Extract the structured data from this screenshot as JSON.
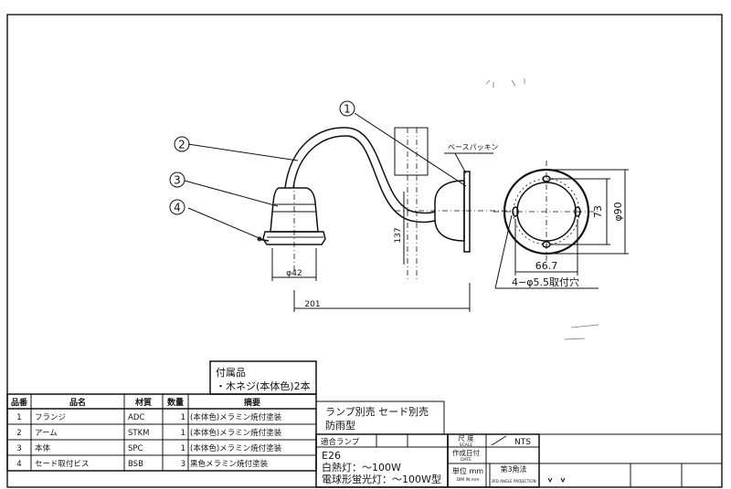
{
  "callouts": {
    "c1": "1",
    "c2": "2",
    "c3": "3",
    "c4": "4",
    "base_packing": "ベースパッキン"
  },
  "dimensions": {
    "shade_dia": "φ42",
    "projection": "201",
    "height": "137",
    "flange_width": "66.7",
    "flange_height": "73",
    "flange_dia": "φ90",
    "mounting_holes": "4−φ5.5取付穴"
  },
  "accessories": {
    "title": "付属品",
    "item": "・木ネジ(本体色)2本"
  },
  "parts_table": {
    "headers": [
      "品番",
      "品名",
      "材質",
      "数量",
      "摘要"
    ],
    "rows": [
      [
        "1",
        "フランジ",
        "ADC",
        "1",
        "(本体色)メラミン焼付塗装"
      ],
      [
        "2",
        "アーム",
        "STKM",
        "1",
        "(本体色)メラミン焼付塗装"
      ],
      [
        "3",
        "本体",
        "SPC",
        "1",
        "(本体色)メラミン焼付塗装"
      ],
      [
        "4",
        "セード取付ビス",
        "BSB",
        "3",
        "黒色メラミン焼付塗装"
      ]
    ]
  },
  "title_block": {
    "note_line1": "ランプ別売 セード別売",
    "note_line2": "防雨型",
    "lamp_label": "適合ランプ",
    "lamp_socket": "E26",
    "lamp_incandescent": "白熱灯：〜100W",
    "lamp_cfl": "電球形蛍光灯：〜100W型",
    "scale_label": "尺 度",
    "scale_label_en": "SCALE",
    "scale_value": "NTS",
    "date_label": "作成日付",
    "date_label_en": "DATE",
    "unit_label": "単位 mm",
    "unit_label_en": "DIM IN mm",
    "projection_label": "第3角法",
    "projection_label_en": "3RD ANGLE PROJECTION"
  }
}
